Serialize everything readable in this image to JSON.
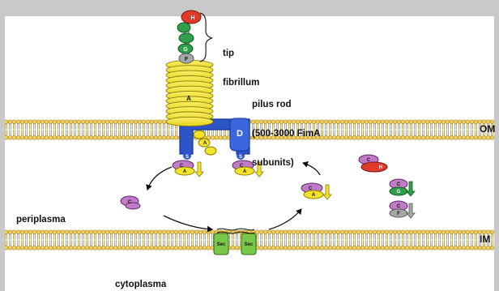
{
  "labels": {
    "tip_line1": "tip",
    "tip_line2": "fibrillum",
    "rod_line1": "pilus rod",
    "rod_line2": "(500-3000 FimA",
    "rod_line3": "subunits)",
    "om": "OM",
    "im": "IM",
    "periplasma": "periplasma",
    "cytoplasma": "cytoplasma"
  },
  "subunit_letters": {
    "h": "H",
    "g": "G",
    "f": "F",
    "a": "A",
    "c": "C",
    "d": "D",
    "s": "S"
  },
  "colors": {
    "background": "#ffffff",
    "frame": "#c9c9c9",
    "lipid_head": "#f0d060",
    "lipid_head_stroke": "#b08a1a",
    "fima_yellow": "#f2e22a",
    "fima_stroke": "#8c7e00",
    "usher_blue": "#2d55c8",
    "chaperone_purple": "#c07ac8",
    "fimh_red": "#e03a2a",
    "fimg_green": "#2f9e4a",
    "fimf_gray": "#a7a7a7",
    "sec_green": "#78c84a"
  }
}
